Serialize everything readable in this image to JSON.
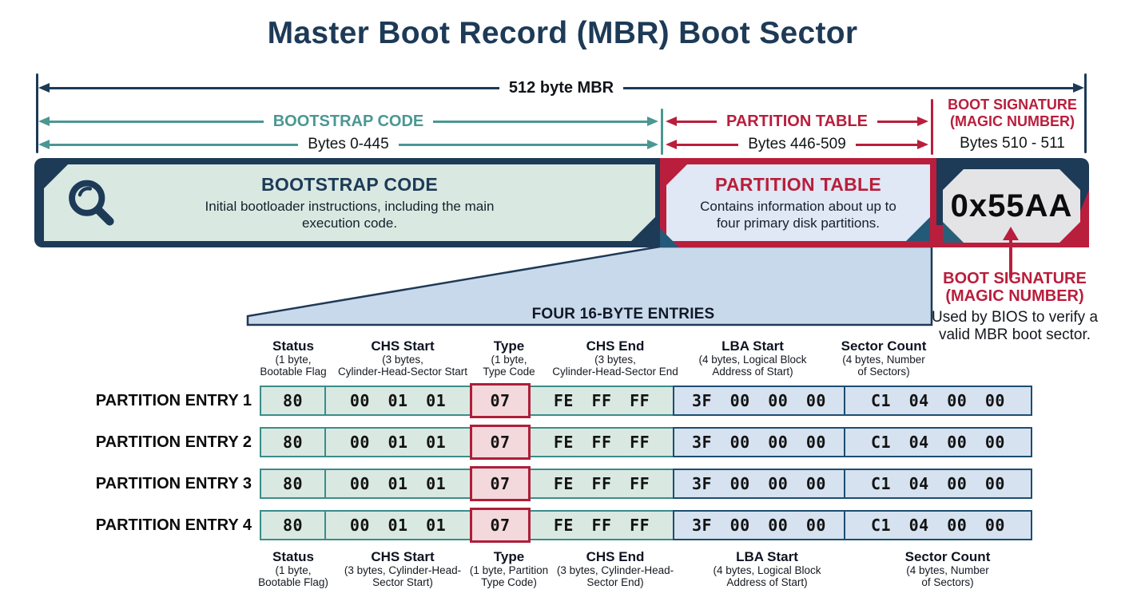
{
  "title": "Master Boot Record (MBR) Boot Sector",
  "palette": {
    "navy": "#1d3a57",
    "teal": "#4a9793",
    "crimson": "#b91e3c",
    "mint_panel": "#d9e9e2",
    "pale_blue_panel": "#dfe8f4",
    "light_blue_cell": "#d6e2f0",
    "pink_cell": "#f3d8dc",
    "gray_octagon": "#e4e4e6",
    "funnel_blue": "#c9d9ec"
  },
  "spans": {
    "mbr": {
      "label": "512 byte MBR"
    },
    "bootstrap": {
      "label": "BOOTSTRAP CODE",
      "bytes": "Bytes 0-445"
    },
    "partition": {
      "label": "PARTITION TABLE",
      "bytes": "Bytes 446-509"
    },
    "signature": {
      "label_line1": "BOOT SIGNATURE",
      "label_line2": "(MAGIC NUMBER)",
      "bytes": "Bytes 510 - 511"
    }
  },
  "bar": {
    "bootstrap": {
      "icon": "magnifier-icon",
      "title": "BOOTSTRAP CODE",
      "desc_line1": "Initial bootloader instructions, including the main",
      "desc_line2": "execution code."
    },
    "partition": {
      "title": "PARTITION TABLE",
      "desc_line1": "Contains information about up to",
      "desc_line2": "four primary disk partitions."
    },
    "signature": {
      "value": "0x55AA"
    }
  },
  "annotation": {
    "title_line1": "BOOT SIGNATURE",
    "title_line2": "(MAGIC NUMBER)",
    "desc_line1": "Used by BIOS to verify a",
    "desc_line2": "valid MBR boot sector."
  },
  "entries_banner": "FOUR 16-BYTE ENTRIES",
  "table": {
    "top_headers": [
      {
        "name": "Status",
        "sub1": "(1 byte,",
        "sub2": "Bootable Flag"
      },
      {
        "name": "CHS Start",
        "sub1": "(3 bytes,",
        "sub2": "Cylinder-Head-Sector Start"
      },
      {
        "name": "Type",
        "sub1": "(1 byte,",
        "sub2": "Type Code"
      },
      {
        "name": "CHS End",
        "sub1": "(3 bytes,",
        "sub2": "Cylinder-Head-Sector End"
      },
      {
        "name": "LBA Start",
        "sub1": "(4 bytes, Logical Block",
        "sub2": "Address of Start)"
      },
      {
        "name": "Sector Count",
        "sub1": "(4 bytes, Number",
        "sub2": "of Sectors)"
      }
    ],
    "rows": [
      {
        "label": "PARTITION ENTRY 1",
        "status": "80",
        "chs_start": "00 01 01",
        "type": "07",
        "chs_end": "FE FF FF",
        "lba_start": "3F 00 00 00",
        "sector_count": "C1 04 00 00"
      },
      {
        "label": "PARTITION ENTRY 2",
        "status": "80",
        "chs_start": "00 01 01",
        "type": "07",
        "chs_end": "FE FF FF",
        "lba_start": "3F 00 00 00",
        "sector_count": "C1 04 00 00"
      },
      {
        "label": "PARTITION ENTRY 3",
        "status": "80",
        "chs_start": "00 01 01",
        "type": "07",
        "chs_end": "FE FF FF",
        "lba_start": "3F 00 00 00",
        "sector_count": "C1 04 00 00"
      },
      {
        "label": "PARTITION ENTRY 4",
        "status": "80",
        "chs_start": "00 01 01",
        "type": "07",
        "chs_end": "FE FF FF",
        "lba_start": "3F 00 00 00",
        "sector_count": "C1 04 00 00"
      }
    ],
    "bottom_headers": [
      {
        "name": "Status",
        "sub1": "(1 byte,",
        "sub2": "Bootable Flag)"
      },
      {
        "name": "CHS Start",
        "sub1": "(3 bytes, Cylinder-Head-",
        "sub2": "Sector Start)"
      },
      {
        "name": "Type",
        "sub1": "(1 byte, Partition",
        "sub2": "Type Code)"
      },
      {
        "name": "CHS End",
        "sub1": "(3 bytes, Cylinder-Head-",
        "sub2": "Sector End)"
      },
      {
        "name": "LBA Start",
        "sub1": "(4 bytes, Logical Block",
        "sub2": "Address of Start)"
      },
      {
        "name": "Sector Count",
        "sub1": "(4 bytes, Number",
        "sub2": "of Sectors)"
      }
    ]
  }
}
